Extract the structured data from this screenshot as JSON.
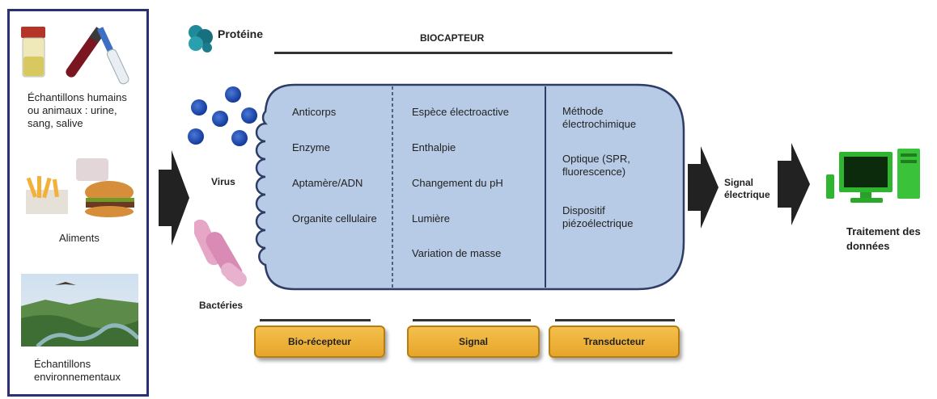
{
  "samples": {
    "human": "Échantillons humains ou animaux : urine, sang, salive",
    "food": "Aliments",
    "env": "Échantillons environnementaux"
  },
  "protein_label": "Protéine",
  "biosensor_title": "BIOCAPTEUR",
  "virus_label": "Virus",
  "bacteria_label": "Bactéries",
  "bioreceptor_items": [
    "Anticorps",
    "Enzyme",
    "Aptamère/ADN",
    "Organite cellulaire"
  ],
  "signal_items": [
    "Espèce électroactive",
    "Enthalpie",
    "Changement du pH",
    "Lumière",
    "Variation de masse"
  ],
  "transducer_items": [
    "Méthode électrochimique",
    "Optique (SPR, fluorescence)",
    "Dispositif piézoélectrique"
  ],
  "buttons": {
    "bioreceptor": "Bio-récepteur",
    "signal": "Signal",
    "transducer": "Transducteur"
  },
  "electric_signal": "Signal électrique",
  "data_processing": "Traitement des données",
  "colors": {
    "panel_fill": "#b7cbe6",
    "button_fill": "#eeb23a",
    "border_blue": "#2b2f7a",
    "computer_green": "#2fb52f"
  }
}
